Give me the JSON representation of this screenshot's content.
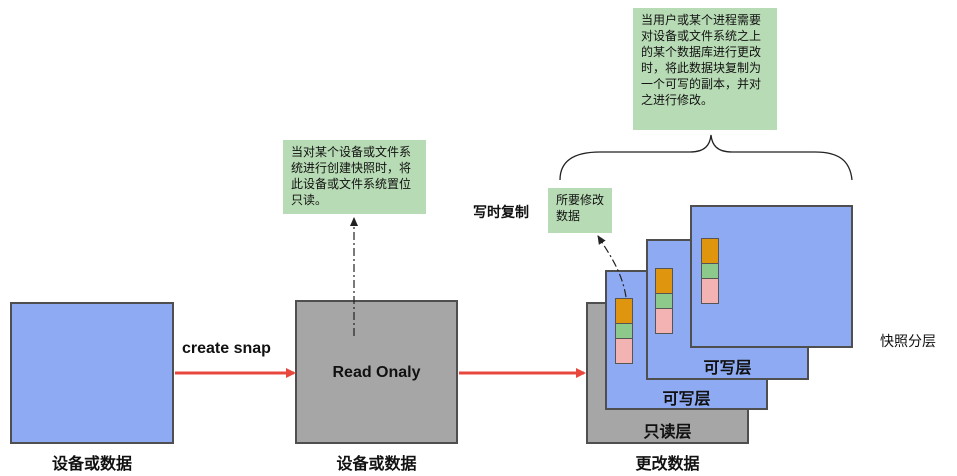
{
  "left_box": {
    "caption": "设备或数据"
  },
  "middle_box": {
    "text": "Read Onaly",
    "caption": "设备或数据"
  },
  "right_group": {
    "caption": "更改数据",
    "layers": [
      "只读层",
      "可写层",
      "可写层"
    ],
    "side_label": "快照分层"
  },
  "arrow1_label": "create snap",
  "note_snapshot": "当对某个设备或文件系统进行创建快照时，将此设备或文件系统置位只读。",
  "note_modify": "所要修改数据",
  "cow_label": "写时复制",
  "note_top": "当用户或某个进程需要对设备或文件系统之上的某个数据库进行更改时，将此数据块复制为一个可写的副本，并对之进行修改。",
  "colors": {
    "block_orange": "#e0950e",
    "block_green": "#8cc98a",
    "block_pink": "#f4b3b3",
    "arrow": "#e8473e"
  }
}
